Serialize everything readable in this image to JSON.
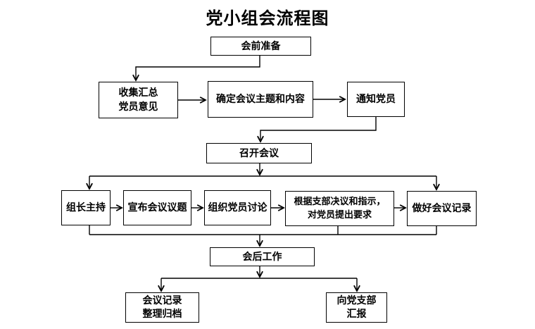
{
  "title": "党小组会流程图",
  "colors": {
    "line": "#000000",
    "text": "#000000",
    "background": "#ffffff"
  },
  "nodes": {
    "pre_meeting": {
      "label": "会前准备"
    },
    "collect_opinions": {
      "label": "收集汇总\n党员意见"
    },
    "set_topic": {
      "label": "确定会议主题和内容"
    },
    "notify_members": {
      "label": "通知党员"
    },
    "convene_meeting": {
      "label": "召开会议"
    },
    "leader_hosts": {
      "label": "组长主持"
    },
    "announce_agenda": {
      "label": "宣布会议议题"
    },
    "organize_discussion": {
      "label": "组织党员讨论"
    },
    "state_requirements": {
      "label": "根据支部决议和指示，\n对党员提出要求"
    },
    "take_minutes": {
      "label": "做好会议记录"
    },
    "post_meeting": {
      "label": "会后工作"
    },
    "archive_minutes": {
      "label": "会议记录\n整理归档"
    },
    "report_to_branch": {
      "label": "向党支部\n汇报"
    }
  },
  "edges": [
    {
      "from": "pre_meeting",
      "to": "collect_opinions"
    },
    {
      "from": "collect_opinions",
      "to": "set_topic"
    },
    {
      "from": "set_topic",
      "to": "notify_members"
    },
    {
      "from": "notify_members",
      "to": "convene_meeting"
    },
    {
      "from": "convene_meeting",
      "to": "leader_hosts"
    },
    {
      "from": "convene_meeting",
      "to": "take_minutes"
    },
    {
      "from": "leader_hosts",
      "to": "announce_agenda"
    },
    {
      "from": "announce_agenda",
      "to": "organize_discussion"
    },
    {
      "from": "organize_discussion",
      "to": "state_requirements"
    },
    {
      "from": "state_requirements",
      "to": "take_minutes"
    },
    {
      "from": "leader_hosts",
      "to": "post_meeting"
    },
    {
      "from": "state_requirements",
      "to": "post_meeting"
    },
    {
      "from": "take_minutes",
      "to": "post_meeting"
    },
    {
      "from": "post_meeting",
      "to": "archive_minutes"
    },
    {
      "from": "post_meeting",
      "to": "report_to_branch"
    }
  ]
}
